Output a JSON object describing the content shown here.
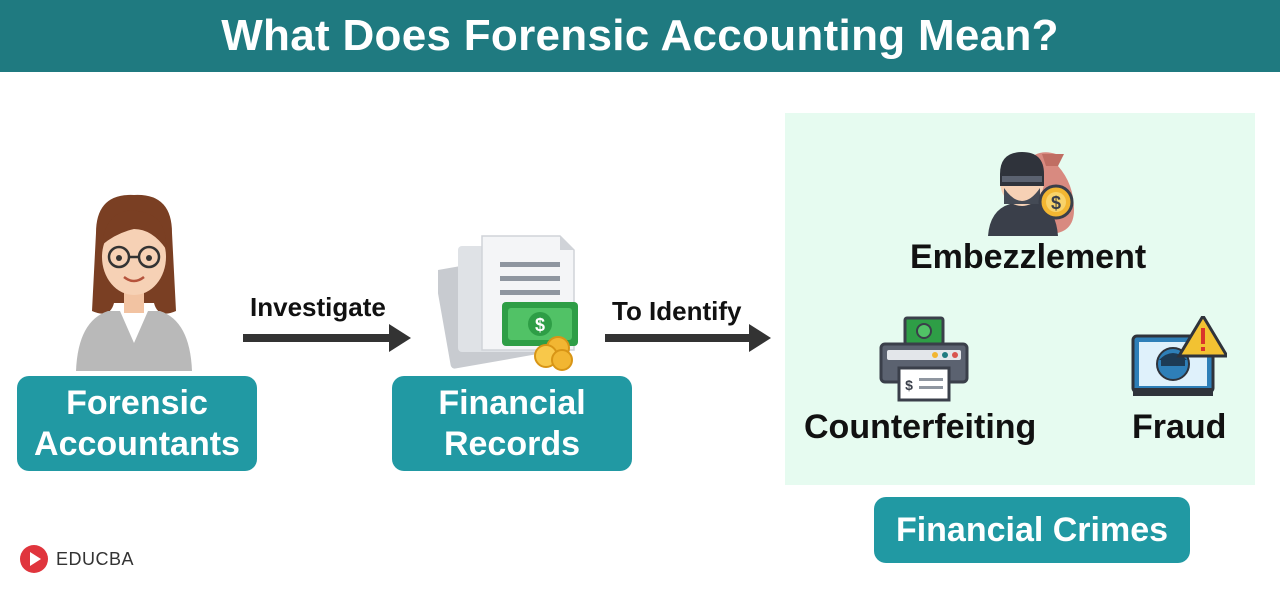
{
  "title": "What Does Forensic Accounting Mean?",
  "nodes": {
    "accountants": {
      "line1": "Forensic",
      "line2": "Accountants"
    },
    "records": {
      "line1": "Financial",
      "line2": "Records"
    },
    "crimes": {
      "label": "Financial Crimes"
    }
  },
  "edges": {
    "investigate": "Investigate",
    "identify": "To Identify"
  },
  "crime_types": {
    "embezzlement": "Embezzlement",
    "counterfeiting": "Counterfeiting",
    "fraud": "Fraud"
  },
  "icons": {
    "accountant": "woman-accountant-icon",
    "records": "documents-with-money-icon",
    "embezzlement": "thief-with-money-bag-icon",
    "counterfeiting": "money-printer-icon",
    "fraud": "hacker-warning-monitor-icon"
  },
  "brand": {
    "name": "EDUCBA"
  },
  "colors": {
    "header": "#1f7a80",
    "pill": "#2199a3",
    "panel": "#e6fbf0"
  }
}
